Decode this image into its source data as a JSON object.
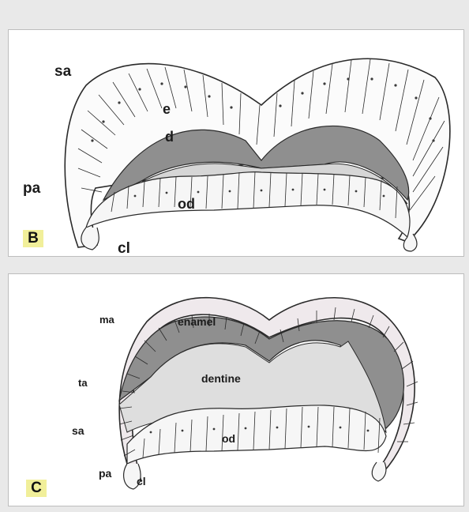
{
  "panel_b": {
    "badge": "B",
    "labels": {
      "sa": "sa",
      "e": "e",
      "d": "d",
      "pa": "pa",
      "od": "od",
      "cl": "cl"
    }
  },
  "panel_c": {
    "badge": "C",
    "labels": {
      "ma": "ma",
      "enamel": "enamel",
      "dentine": "dentine",
      "ta": "ta",
      "sa": "sa",
      "od": "od",
      "pa": "pa",
      "cl": "cl"
    }
  },
  "colors": {
    "enamel": "#8f8f8f",
    "dentine": "#d6d6d6",
    "cell_line": "#2a2a2a",
    "badge": "#f1ef9a"
  }
}
